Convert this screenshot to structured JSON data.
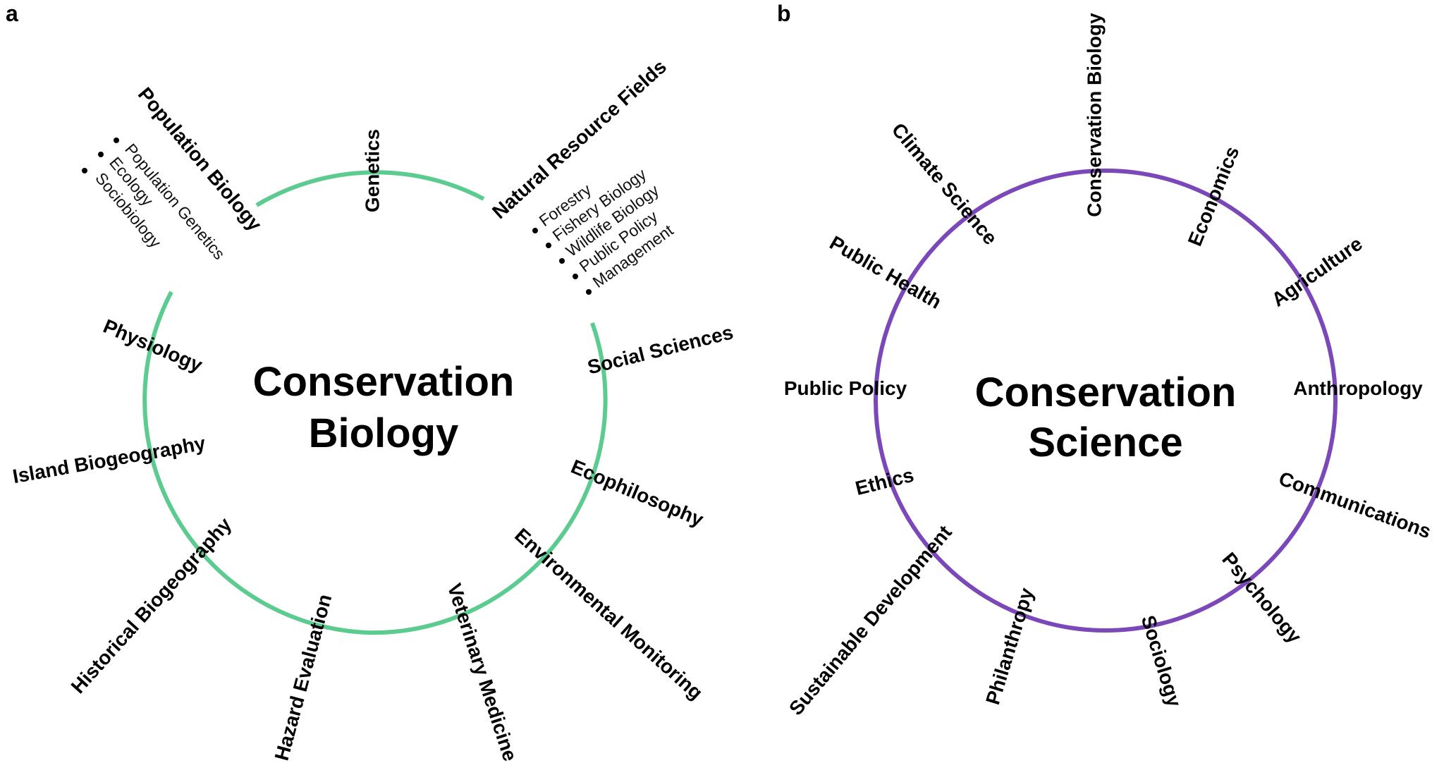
{
  "panels": {
    "a": {
      "letter": "a",
      "title_line1": "Conservation",
      "title_line2": "Biology",
      "ring_color": "#5ccb8f",
      "fields": {
        "genetics": "Genetics",
        "population_biology": "Population Biology",
        "natural_resource_fields": "Natural Resource Fields",
        "physiology": "Physiology",
        "social_sciences": "Social Sciences",
        "island_biogeography": "Island Biogeography",
        "ecophilosophy": "Ecophilosophy",
        "historical_biogeography": "Historical Biogeography",
        "environmental_monitoring": "Environmental Monitoring",
        "hazard_evaluation": "Hazard Evaluation",
        "veterinary_medicine": "Veterinary Medicine"
      },
      "population_biology_subfields": [
        "Population Genetics",
        "Ecology",
        "Sociobiology"
      ],
      "natural_resource_subfields": [
        "Forestry",
        "Fishery Biology",
        "Wildlife Biology",
        "Public Policy",
        "Management"
      ]
    },
    "b": {
      "letter": "b",
      "title_line1": "Conservation",
      "title_line2": "Science",
      "ring_color": "#7a48b8",
      "fields": {
        "conservation_biology": "Conservation Biology",
        "climate_science": "Climate Science",
        "economics": "Economics",
        "public_health": "Public Health",
        "agriculture": "Agriculture",
        "public_policy": "Public Policy",
        "anthropology": "Anthropology",
        "ethics": "Ethics",
        "communications": "Communications",
        "sustainable_development": "Sustainable Development",
        "psychology": "Psychology",
        "philanthropy": "Philanthropy",
        "sociology": "Sociology"
      }
    }
  }
}
